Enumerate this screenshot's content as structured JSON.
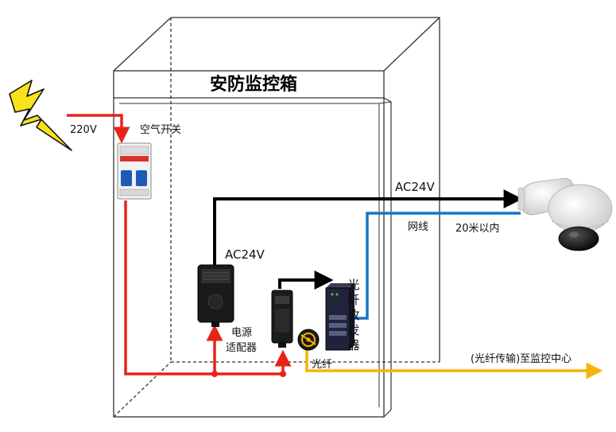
{
  "title": "安防监控箱",
  "labels": {
    "input_voltage": "220V",
    "air_switch": "空气开关",
    "ac24_camera": "AC24V",
    "network_cable": "网线",
    "distance": "20米以内",
    "ac24_adapter": "AC24V",
    "power_adapter_line1": "电源",
    "power_adapter_line2": "适配器",
    "fiber_transceiver": "光纤收发器",
    "fiber": "光纤",
    "to_center": "(光纤传输)至监控中心"
  },
  "colors": {
    "power_line": "#e8231a",
    "ac_line": "#000000",
    "network_line": "#1874c6",
    "fiber_line": "#f6b400",
    "lightning": "#f8e21c",
    "breaker_blue": "#1e5bb8",
    "box_edge": "#333333"
  },
  "icons": [
    "lightning-icon",
    "air-switch-icon",
    "power-adapter-icon",
    "switching-supply-icon",
    "fiber-transceiver-icon",
    "fiber-spool-icon",
    "dome-camera-icon"
  ]
}
